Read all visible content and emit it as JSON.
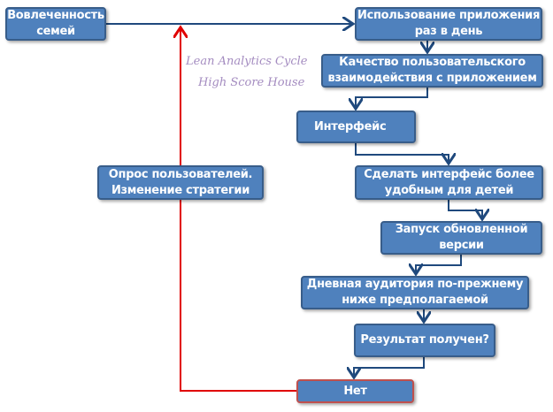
{
  "nodes": {
    "engagement": "Вовлеченность семей",
    "daily_usage": "Использование приложения раз в день",
    "quality": "Качество пользовательского взаимодействия с приложением",
    "interface": "Интерфейс",
    "improve": "Сделать интерфейс более удобным для детей",
    "launch": "Запуск обновленной версии",
    "audience": "Дневная аудитория по-прежнему ниже предполагаемой",
    "result": "Результат получен?",
    "no": "Нет",
    "survey": "Опрос пользователей. Изменение стратегии"
  },
  "watermark": {
    "line1": "Lean Analytics Cycle",
    "line2": "High Score House"
  },
  "colors": {
    "box": "#4f81bd",
    "connector": "#1f497d",
    "loop": "#e00000"
  }
}
